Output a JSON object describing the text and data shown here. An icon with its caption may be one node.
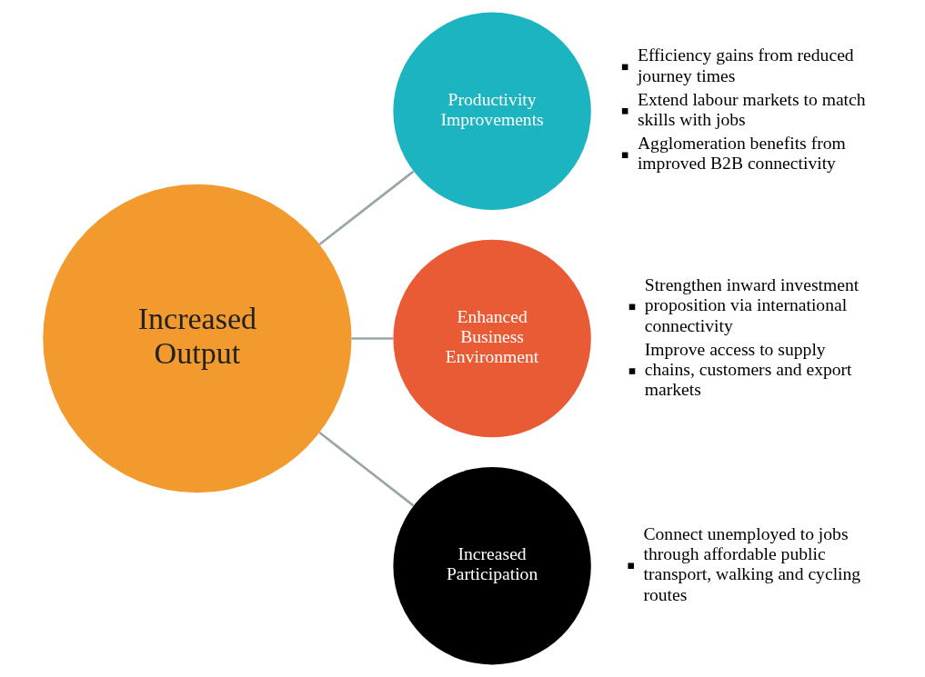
{
  "diagram": {
    "nodes": [
      {
        "text": [
          "Increased Output"
        ]
      },
      {
        "text": [
          "Productivity Improvements"
        ],
        "beside": [
          "Efficiency gains from reduced journey times",
          "Extend labour markets to match skills with jobs",
          "Agglomeration benefits from improved B2B connectivity"
        ]
      },
      {
        "text": [
          "Enhanced Business Environment"
        ],
        "beside": [
          "Strengthen inward investment proposition via international connectivity",
          "Improve access to supply chains, customers and export markets"
        ]
      },
      {
        "text": [
          "Increased Participation"
        ],
        "beside": [
          "Connect unemployed to jobs through affordable public transport, walking and cycling routes"
        ]
      }
    ],
    "edges": [
      {
        "from": 0,
        "to": 1,
        "arrow": "none"
      },
      {
        "from": 0,
        "to": 2,
        "arrow": "none"
      },
      {
        "from": 0,
        "to": 3,
        "arrow": "none"
      }
    ]
  }
}
